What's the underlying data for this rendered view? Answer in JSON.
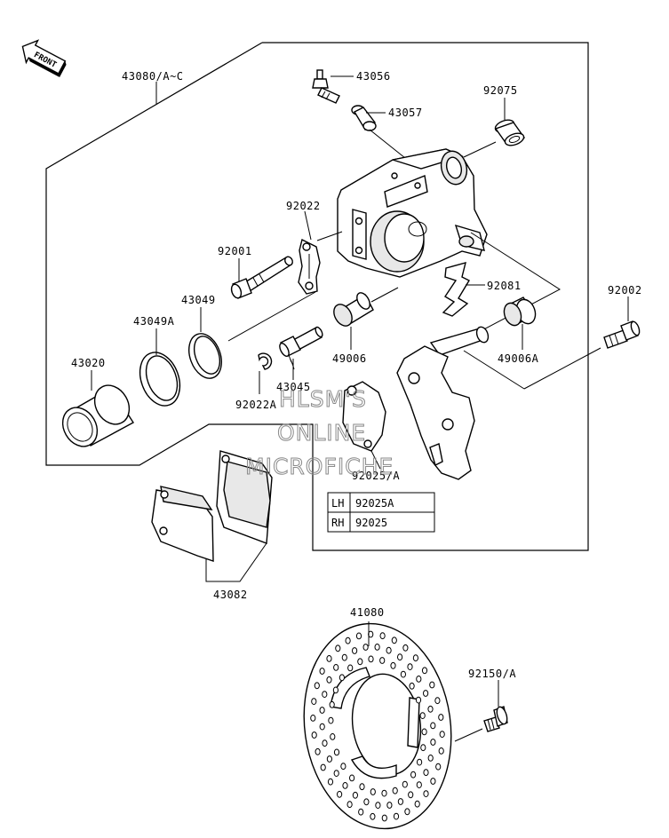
{
  "front_arrow": {
    "label": "FRONT"
  },
  "labels": {
    "assembly": "43080/A~C",
    "bleeder": "43056",
    "bleeder_cap": "43057",
    "boot_92075": "92075",
    "plate_92022": "92022",
    "pin_92001": "92001",
    "seal_43049": "43049",
    "seal_43049a": "43049A",
    "piston": "43020",
    "clip_92022a": "92022A",
    "pin_43045": "43045",
    "boot_49006": "49006",
    "spring_92081": "92081",
    "boot_49006a": "49006A",
    "bolt_92002": "92002",
    "plate_92025": "92025/A",
    "pads": "43082",
    "disc": "41080",
    "bolt_92150": "92150/A"
  },
  "side_table": {
    "rows": [
      {
        "side": "LH",
        "part": "92025A"
      },
      {
        "side": "RH",
        "part": "92025"
      }
    ]
  },
  "watermark": {
    "line1": "HLSM'S",
    "line2": "ONLINE",
    "line3": "MICROFICHE"
  }
}
